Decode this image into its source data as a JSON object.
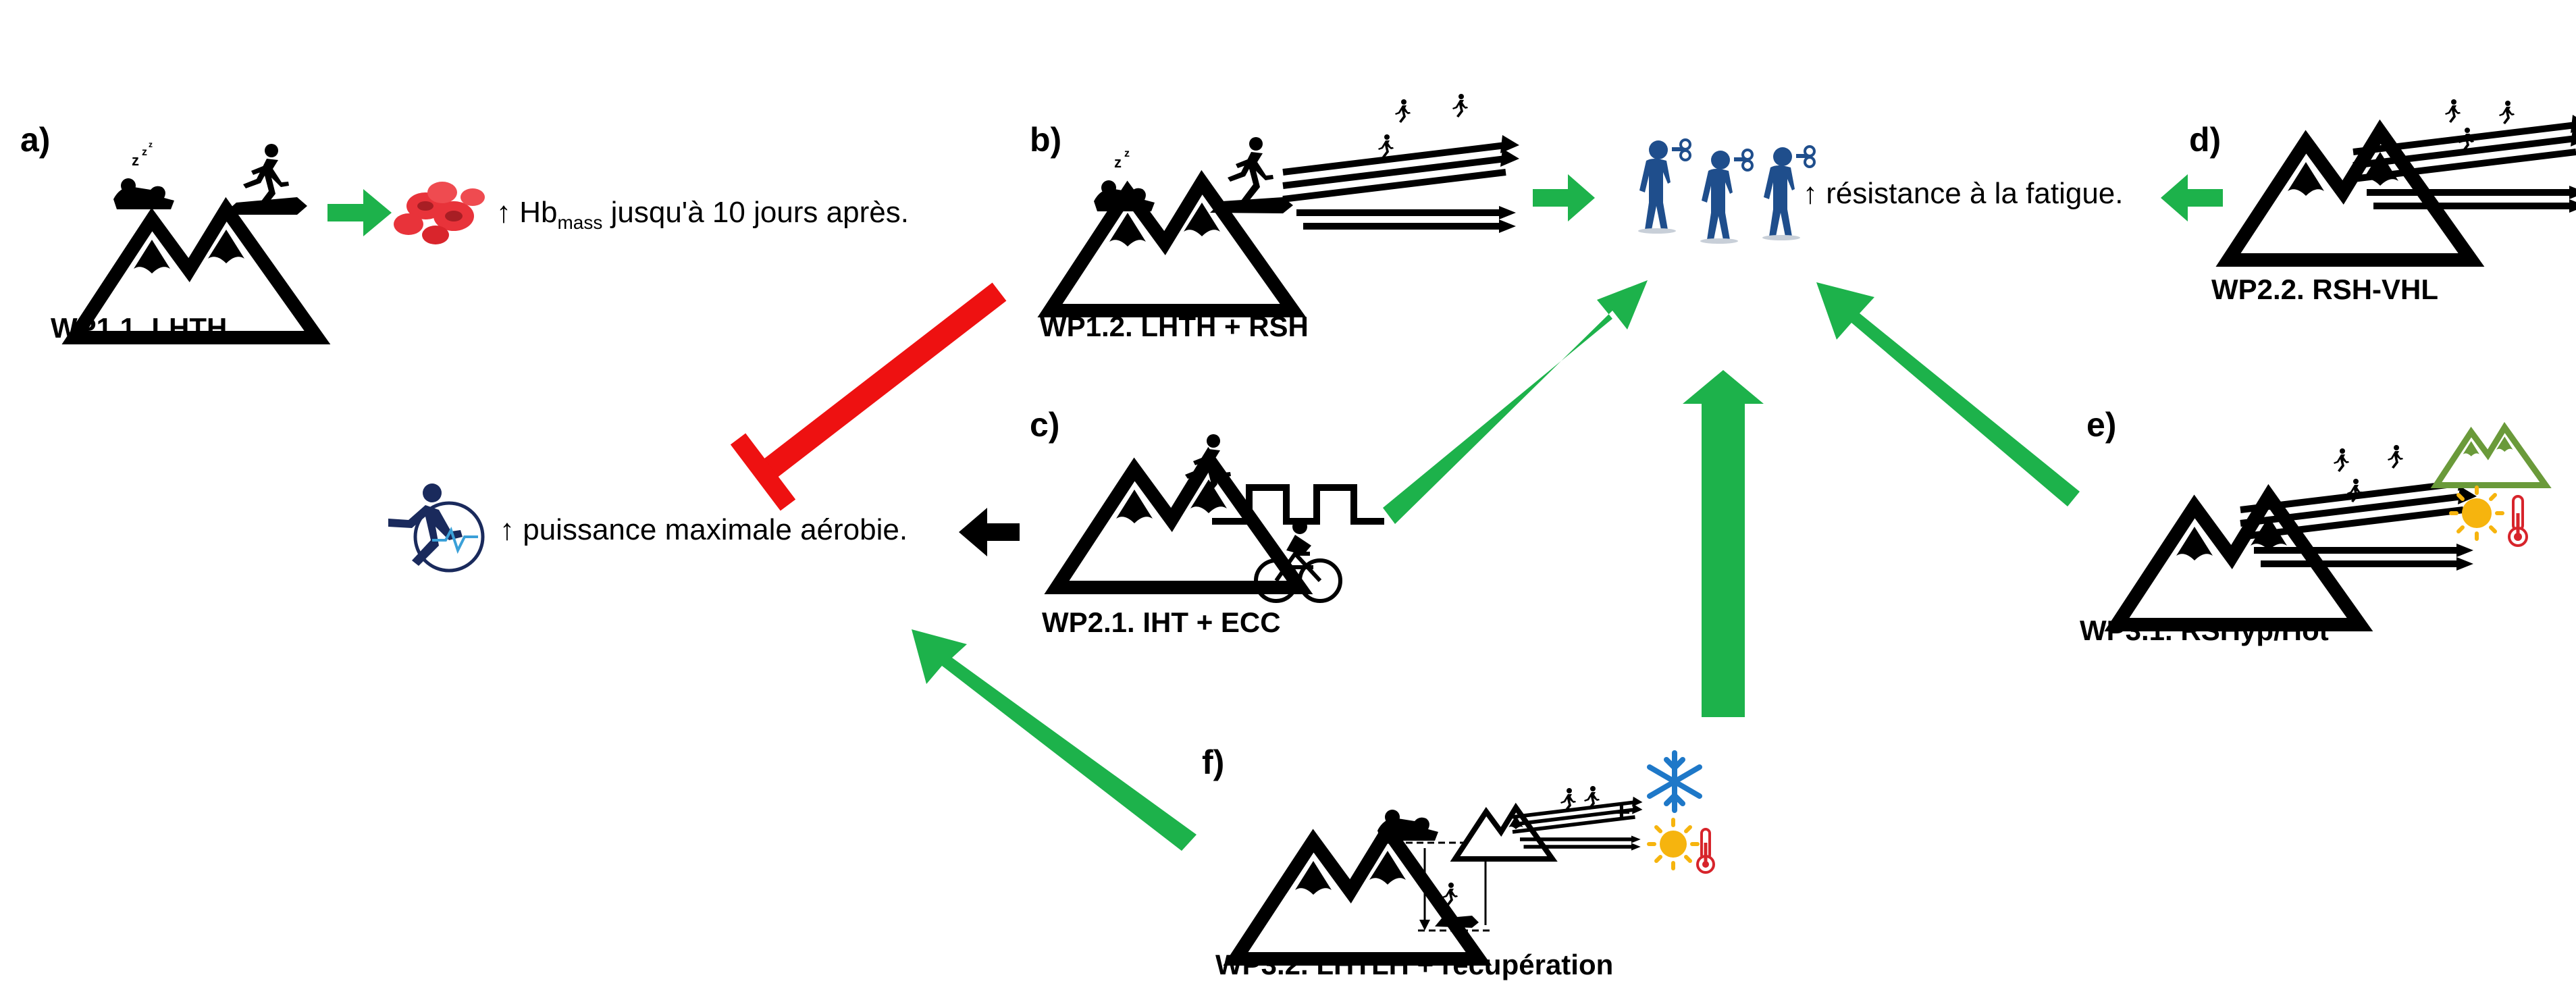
{
  "panels": {
    "a": {
      "letter": "a)",
      "label": "WP1.1. LHTH"
    },
    "b": {
      "letter": "b)",
      "label": "WP1.2. LHTH + RSH"
    },
    "c": {
      "letter": "c)",
      "label": "WP2.1. IHT + ECC"
    },
    "d": {
      "letter": "d)",
      "label": "WP2.2. RSH-VHL"
    },
    "e": {
      "letter": "e)",
      "label": "WP3.1. RSHyp/Hot"
    },
    "f": {
      "letter": "f)",
      "label": "WP3.2. LHTLH + récupération",
      "plus": "+"
    }
  },
  "outcomes": {
    "hb": {
      "prefix": "↑ Hb",
      "sub": "mass",
      "suffix": " jusqu'à 10 jours après."
    },
    "fatigue": "↑ résistance à la fatigue.",
    "vo2": "↑ puissance maximale aérobie."
  },
  "colors": {
    "green": "#1db24b",
    "red": "#ee1111",
    "black": "#000000",
    "blue": "#1f4e8c",
    "navy": "#1a2a5c",
    "blood": "#e8333a"
  },
  "icons": {
    "mountain": "mountain-icon",
    "sleep": "sleeping-person-icon",
    "runner": "runner-icon",
    "blood": "red-blood-cells-icon",
    "fatigue": "wind-up-fatigued-figures-icon",
    "vo2": "aerobic-power-runner-icon",
    "cyclist": "cyclist-icon",
    "intervals": "interval-square-wave-icon",
    "snowflake": "snowflake-icon",
    "sun": "sun-icon",
    "thermometer": "thermometer-icon"
  }
}
